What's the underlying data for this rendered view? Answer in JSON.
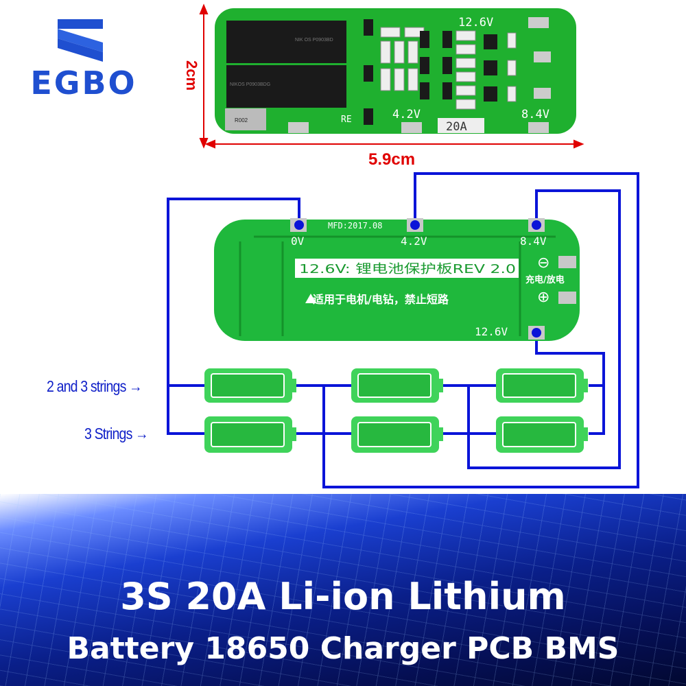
{
  "brand": {
    "logo_text": "EGBO",
    "color": "#1f4fd0"
  },
  "dimensions": {
    "height": "2cm",
    "width": "5.9cm",
    "color": "#e00000"
  },
  "top_board": {
    "labels": [
      "12.6V",
      "4.2V",
      "8.4V",
      "20A",
      "RE"
    ],
    "component_marks": [
      "NIKOS P0903BDG",
      "NIK OS P0903BD",
      "R002"
    ]
  },
  "wiring_board": {
    "mfd": "MFD:2017.08",
    "pads": [
      "0V",
      "4.2V",
      "8.4V",
      "12.6V"
    ],
    "title_box": "12.6V: 锂电池保护板REV 2.0",
    "warning": "适用于电机/电钻，禁止短路",
    "charge_discharge": "充电/放电",
    "minus": "⊖",
    "plus": "⊕"
  },
  "wire_color": "#0a14d8",
  "cell_color": "#3fd35a",
  "string_labels": {
    "row1": "2 and 3 strings →",
    "row2": "3 Strings →"
  },
  "banner": {
    "line1": "3S 20A Li-ion Lithium",
    "line2": "Battery 18650 Charger PCB BMS"
  }
}
